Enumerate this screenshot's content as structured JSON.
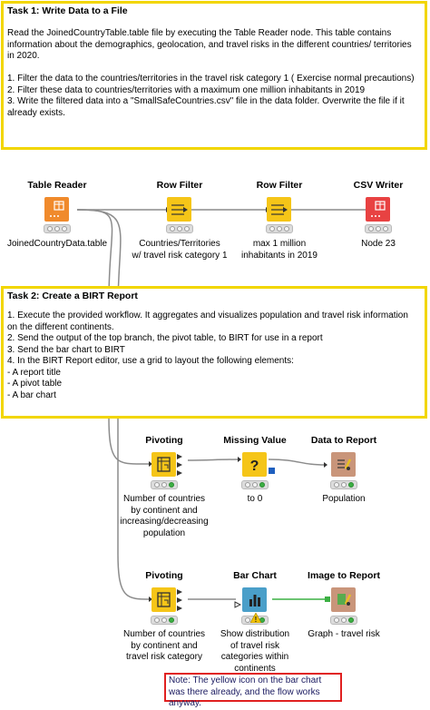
{
  "task1": {
    "title": "Task 1: Write Data to a File",
    "body": "Read the JoinedCountryTable.table file by executing the Table Reader node. This table contains information about the demographics, geolocation, and travel risks in the different countries/ territories in 2020.\n\n1. Filter the data to the countries/territories in the travel risk category 1 ( Exercise normal precautions)\n2. Filter these data to countries/territories with a maximum one million inhabitants in 2019\n3. Write the filtered data into a \"SmallSafeCountries.csv\" file in the data folder. Overwrite the file if it already exists."
  },
  "task2": {
    "title": "Task 2: Create a BIRT Report",
    "body": "1. Execute the provided workflow. It aggregates and visualizes population and travel risk information on the different continents.\n2. Send the output of the top branch, the pivot table, to BIRT for use in a report\n3. Send the bar chart to BIRT\n4. In the BIRT Report editor, use a grid to layout the following elements:\n- A report title\n- A pivot table\n- A bar chart"
  },
  "nodes": {
    "table_reader": {
      "title": "Table Reader",
      "label": "JoinedCountryData.table",
      "color": "#f08a2c"
    },
    "row_filter_1": {
      "title": "Row Filter",
      "label": "Countries/Territories\nw/ travel risk category 1",
      "color": "#f5c518"
    },
    "row_filter_2": {
      "title": "Row Filter",
      "label": "max 1 million\ninhabitants in 2019",
      "color": "#f5c518"
    },
    "csv_writer": {
      "title": "CSV Writer",
      "label": "Node 23",
      "color": "#e84242"
    },
    "pivoting_1": {
      "title": "Pivoting",
      "label": "Number of countries\nby continent and\nincreasing/decreasing\npopulation",
      "color": "#f5c518"
    },
    "missing_value": {
      "title": "Missing Value",
      "label": "to 0",
      "color": "#f5c518"
    },
    "data_to_report": {
      "title": "Data to Report",
      "label": "Population",
      "color": "#c9957a"
    },
    "pivoting_2": {
      "title": "Pivoting",
      "label": "Number of countries\nby continent and\ntravel risk category",
      "color": "#f5c518"
    },
    "bar_chart": {
      "title": "Bar Chart",
      "label": "Show distribution\nof travel risk\ncategories within\ncontinents",
      "color": "#4a9fc9"
    },
    "image_to_report": {
      "title": "Image to Report",
      "label": "Graph - travel risk",
      "color": "#c9957a"
    }
  },
  "icons": {
    "table_reader": "table-grid-icon",
    "row_filter": "filter-arrow-icon",
    "csv_writer": "csv-table-icon",
    "pivoting": "pivot-table-icon",
    "missing_value": "question-mark-icon",
    "data_to_report": "report-arrow-icon",
    "bar_chart": "bar-chart-icon",
    "image_to_report": "image-report-icon"
  },
  "note": {
    "text": "Note: The yellow icon on the bar chart was there already, and the flow works anyway."
  },
  "colors": {
    "annotation_border": "#f2d600",
    "note_border": "#e02020",
    "status_green": "#3cb043",
    "warning_yellow": "#f2c200"
  }
}
